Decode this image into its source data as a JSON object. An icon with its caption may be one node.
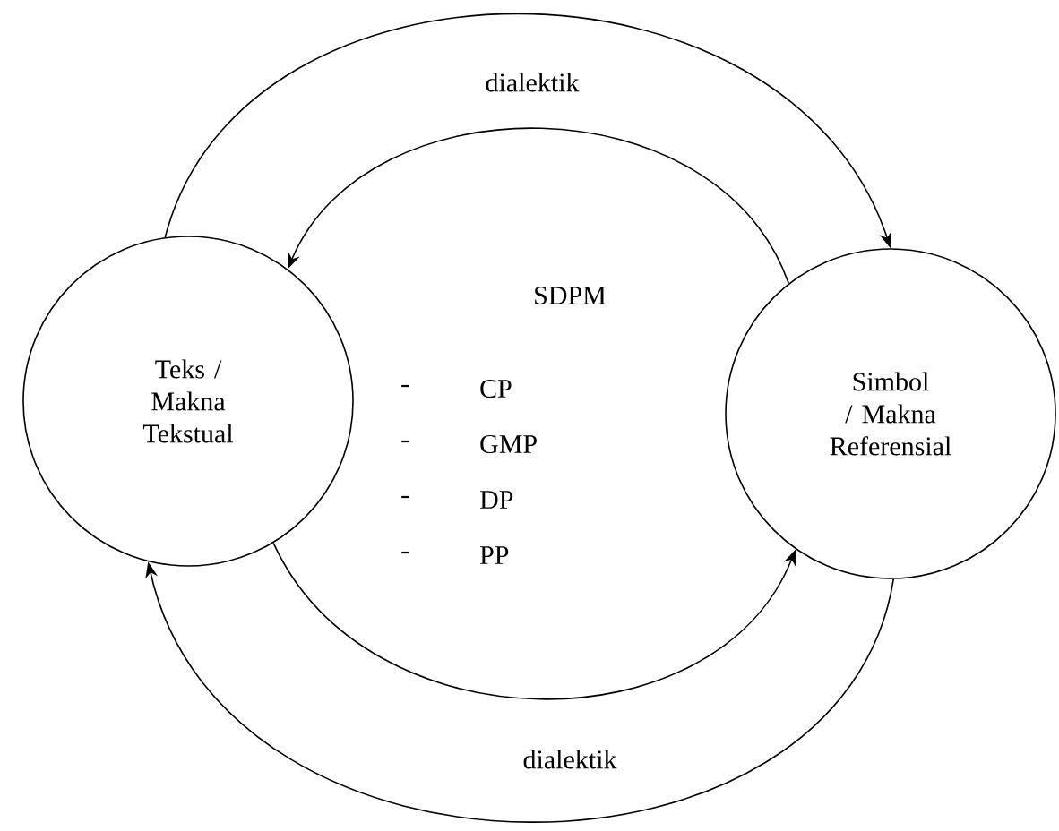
{
  "diagram": {
    "nodes": [
      {
        "text": [
          "Teks / Makna Tekstual"
        ]
      },
      {
        "text": [
          "Simbol / Makna Referensial"
        ]
      }
    ],
    "edges": [
      {
        "from": 0,
        "to": 1,
        "arrow": "to",
        "label": "dialektik"
      },
      {
        "from": 1,
        "to": 0,
        "arrow": "to"
      },
      {
        "from": 0,
        "to": 1,
        "arrow": "to"
      },
      {
        "from": 1,
        "to": 0,
        "arrow": "to",
        "label": "dialektik"
      }
    ],
    "labels": [
      "SDPM",
      "-",
      "CP",
      "-",
      "GMP",
      "-",
      "DP",
      "-",
      "PP"
    ]
  }
}
